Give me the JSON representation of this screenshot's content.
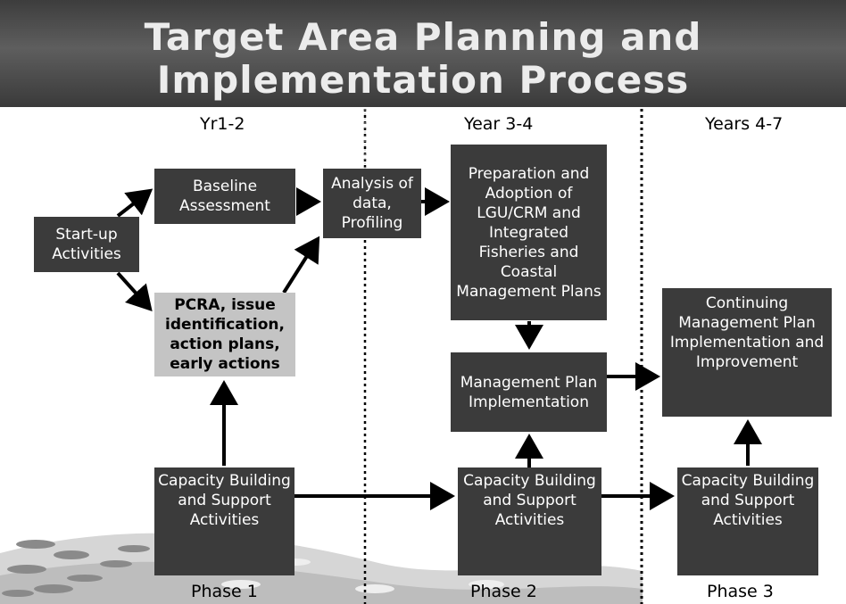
{
  "title": "Target Area Planning and Implementation Process",
  "years": {
    "y1": "Yr1-2",
    "y2": "Year 3-4",
    "y3": "Years 4-7"
  },
  "phases": {
    "p1": "Phase 1",
    "p2": "Phase 2",
    "p3": "Phase 3"
  },
  "boxes": {
    "startup": "Start-up Activities",
    "baseline": "Baseline Assessment",
    "pcra": "PCRA, issue identification, action plans, early actions",
    "analysis": "Analysis of data, Profiling",
    "preparation": "Preparation and Adoption of LGU/CRM and Integrated Fisheries and Coastal Management Plans",
    "mgmt_impl": "Management Plan Implementation",
    "continuing": "Continuing Management Plan Implementation and Improvement",
    "cap1": "Capacity Building and Support Activities",
    "cap2": "Capacity Building and Support Activities",
    "cap3": "Capacity Building and Support Activities"
  },
  "colors": {
    "box_dark": "#3b3b3b",
    "box_light": "#c4c4c4",
    "title_bar": "#4a4a4a"
  }
}
